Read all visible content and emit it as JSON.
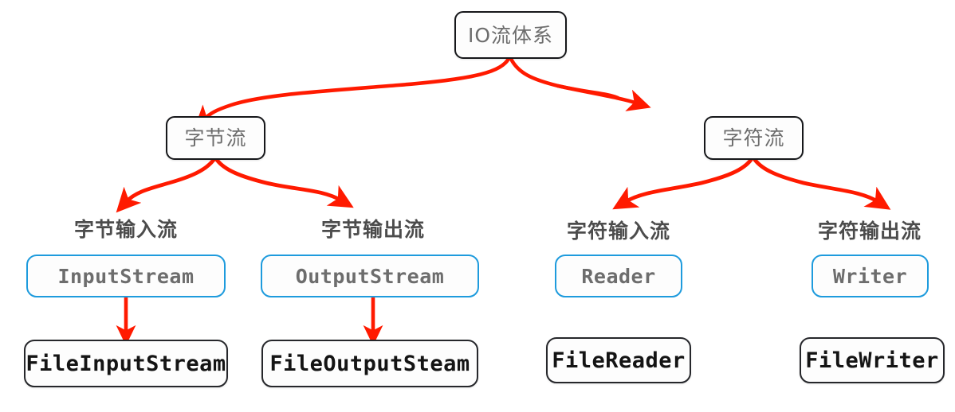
{
  "diagram": {
    "title": "IO流体系",
    "type": "tree",
    "accent_color": "#ff1a00",
    "api_border_color": "#1e9bdd",
    "impl_border_color": "#26272b",
    "text_gray": "#6d6d6d",
    "nodes": {
      "root": {
        "label": "IO流体系"
      },
      "byte_stream": {
        "label": "字节流"
      },
      "char_stream": {
        "label": "字符流"
      },
      "byte_input_caption": {
        "label": "字节输入流"
      },
      "byte_output_caption": {
        "label": "字节输出流"
      },
      "char_input_caption": {
        "label": "字符输入流"
      },
      "char_output_caption": {
        "label": "字符输出流"
      },
      "input_stream": {
        "label": "InputStream"
      },
      "output_stream": {
        "label": "OutputStream"
      },
      "reader": {
        "label": "Reader"
      },
      "writer": {
        "label": "Writer"
      },
      "file_input_stream": {
        "label": "FileInputStream"
      },
      "file_output_steam": {
        "label": "FileOutputSteam"
      },
      "file_reader": {
        "label": "FileReader"
      },
      "file_writer": {
        "label": "FileWriter"
      }
    },
    "edges": [
      {
        "from": "root",
        "to": "byte_stream",
        "style": "curved-arrow"
      },
      {
        "from": "root",
        "to": "char_stream",
        "style": "curved-arrow"
      },
      {
        "from": "byte_stream",
        "to": "byte_input_caption",
        "style": "curved-arrow"
      },
      {
        "from": "byte_stream",
        "to": "byte_output_caption",
        "style": "curved-arrow"
      },
      {
        "from": "char_stream",
        "to": "char_input_caption",
        "style": "curved-arrow"
      },
      {
        "from": "char_stream",
        "to": "char_output_caption",
        "style": "curved-arrow"
      },
      {
        "from": "input_stream",
        "to": "file_input_stream",
        "style": "straight-arrow"
      },
      {
        "from": "output_stream",
        "to": "file_output_steam",
        "style": "straight-arrow"
      }
    ]
  }
}
